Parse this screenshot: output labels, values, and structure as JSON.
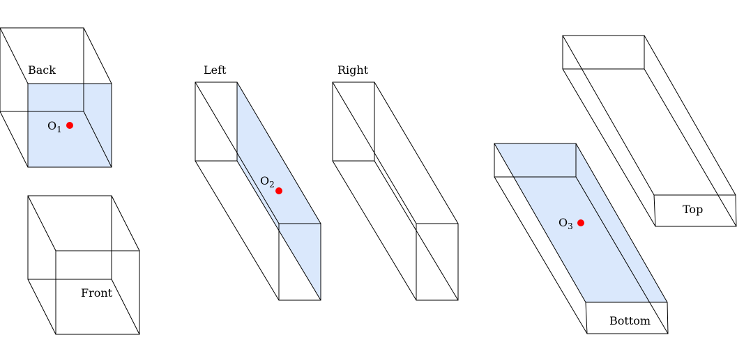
{
  "colors": {
    "face_fill": "#dae8fc",
    "edge": "#000000",
    "point": "#ff0000",
    "background": "#ffffff"
  },
  "labels": {
    "back": "Back",
    "front": "Front",
    "left": "Left",
    "right": "Right",
    "top": "Top",
    "bottom": "Bottom"
  },
  "points": {
    "o1": {
      "base": "O",
      "sub": "1"
    },
    "o2": {
      "base": "O",
      "sub": "2"
    },
    "o3": {
      "base": "O",
      "sub": "3"
    }
  }
}
